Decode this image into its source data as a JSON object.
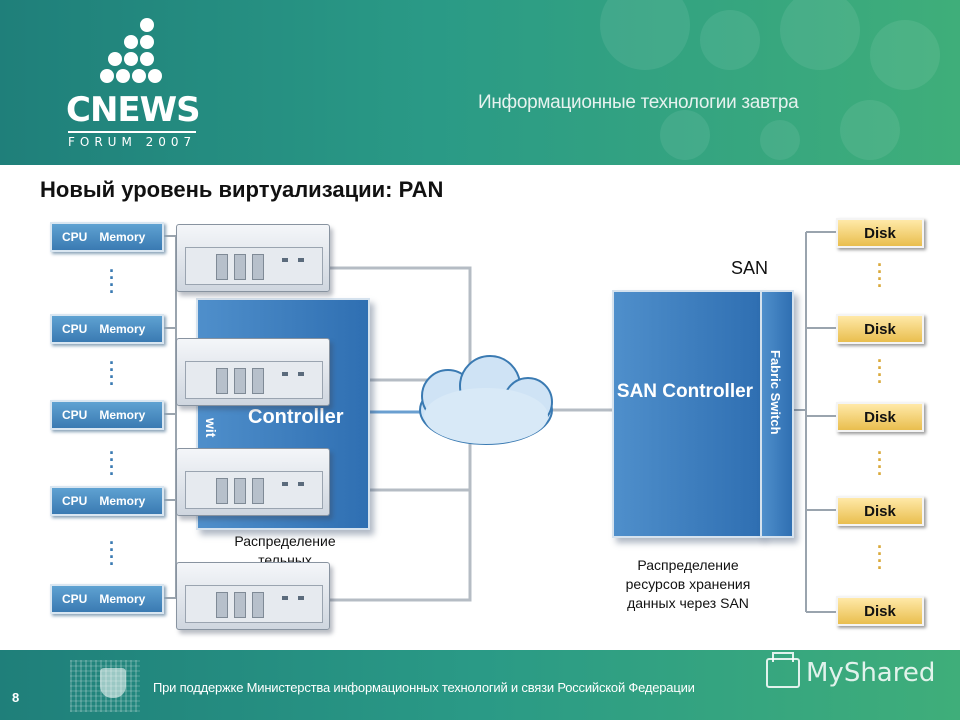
{
  "header": {
    "logo_word": "CNEWS",
    "logo_sub": "FORUM 2007",
    "tagline": "Информационные технологии завтра"
  },
  "title": "Новый уровень виртуализации: PAN",
  "compute_nodes": [
    {
      "cpu": "CPU",
      "memory": "Memory"
    },
    {
      "cpu": "CPU",
      "memory": "Memory"
    },
    {
      "cpu": "CPU",
      "memory": "Memory"
    },
    {
      "cpu": "CPU",
      "memory": "Memory"
    },
    {
      "cpu": "CPU",
      "memory": "Memory"
    }
  ],
  "left_controller": {
    "label": "Controller",
    "switch_label": "wit"
  },
  "san": {
    "label": "SAN",
    "controller_label": "SAN Controller",
    "fabric_switch_label": "Fabric Switch"
  },
  "disks": [
    {
      "label": "Disk"
    },
    {
      "label": "Disk"
    },
    {
      "label": "Disk"
    },
    {
      "label": "Disk"
    },
    {
      "label": "Disk"
    }
  ],
  "captions": {
    "left": "Распределение\nтельных\nь)\nрез PAN",
    "right": "Распределение\nресурсов хранения\nданных через SAN"
  },
  "footer": {
    "page_number": "8",
    "text": "При поддержке Министерства информационных технологий и связи Российской Федерации",
    "watermark": "MyShared"
  },
  "colors": {
    "brand_teal": "#1f7f7a",
    "controller_blue": "#2f6fb2",
    "disk_gold": "#e9be4e"
  }
}
